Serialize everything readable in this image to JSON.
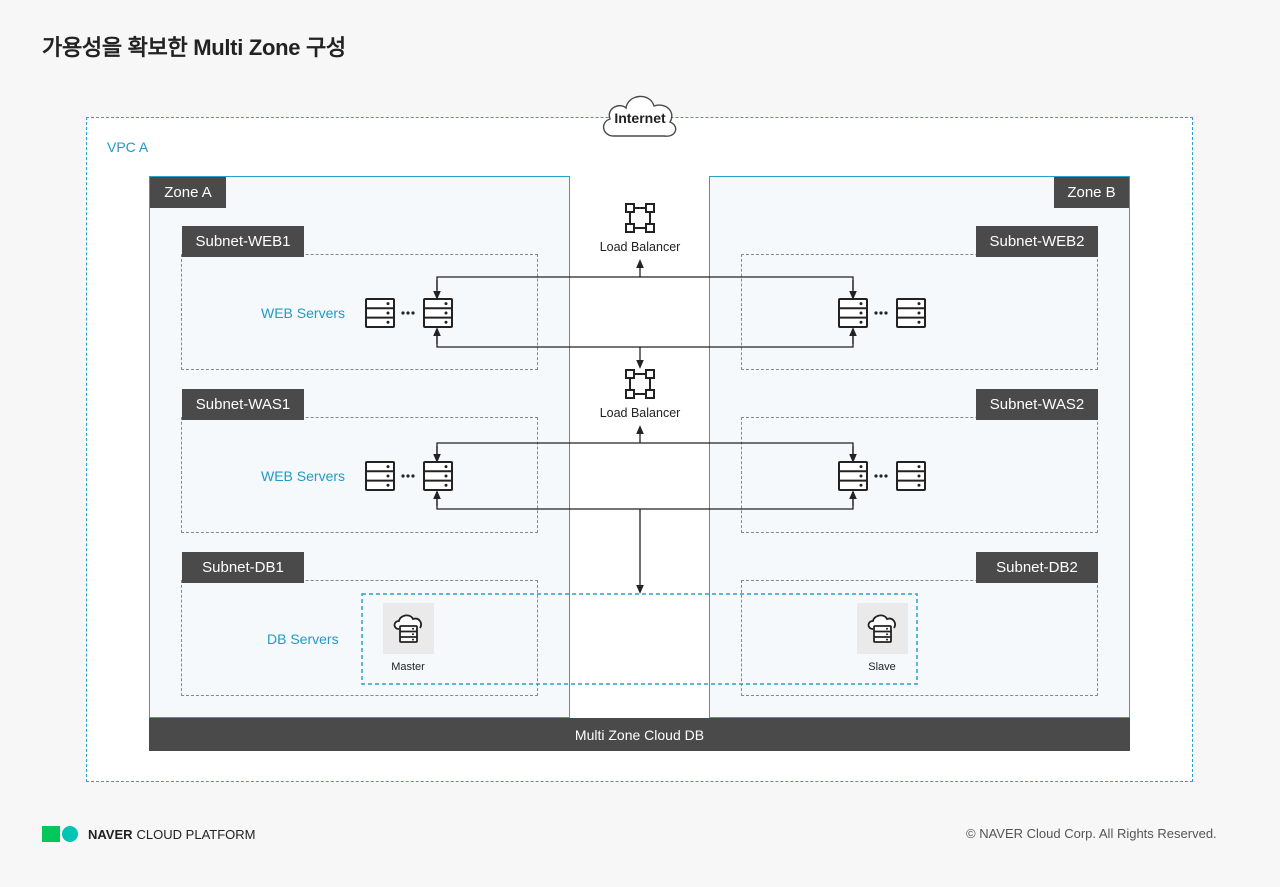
{
  "title": "가용성을 확보한 Multi Zone 구성",
  "internet": "Internet",
  "vpc_label": "VPC A",
  "zones": {
    "a": "Zone A",
    "b": "Zone B"
  },
  "subnets": {
    "web1": "Subnet-WEB1",
    "web2": "Subnet-WEB2",
    "was1": "Subnet-WAS1",
    "was2": "Subnet-WAS2",
    "db1": "Subnet-DB1",
    "db2": "Subnet-DB2"
  },
  "service_labels": {
    "web_tier": "WEB Servers",
    "was_tier": "WEB Servers",
    "db_tier": "DB Servers"
  },
  "load_balancers": [
    "Load Balancer",
    "Load Balancer"
  ],
  "db_nodes": {
    "master": "Master",
    "slave": "Slave"
  },
  "multi_zone_db": "Multi Zone Cloud DB",
  "footer": {
    "brand_bold": "NAVER",
    "brand_rest": "CLOUD PLATFORM",
    "copyright": "© NAVER Cloud Corp. All Rights Reserved."
  },
  "colors": {
    "accent": "#2aa1c8",
    "dark_label": "#4a4a4a",
    "brand_green": "#03c75a",
    "brand_teal": "#00c4b4"
  },
  "icons": [
    "cloud-icon",
    "load-balancer-icon",
    "server-icon",
    "ellipsis-icon",
    "cloud-db-icon",
    "arrow-icon"
  ]
}
